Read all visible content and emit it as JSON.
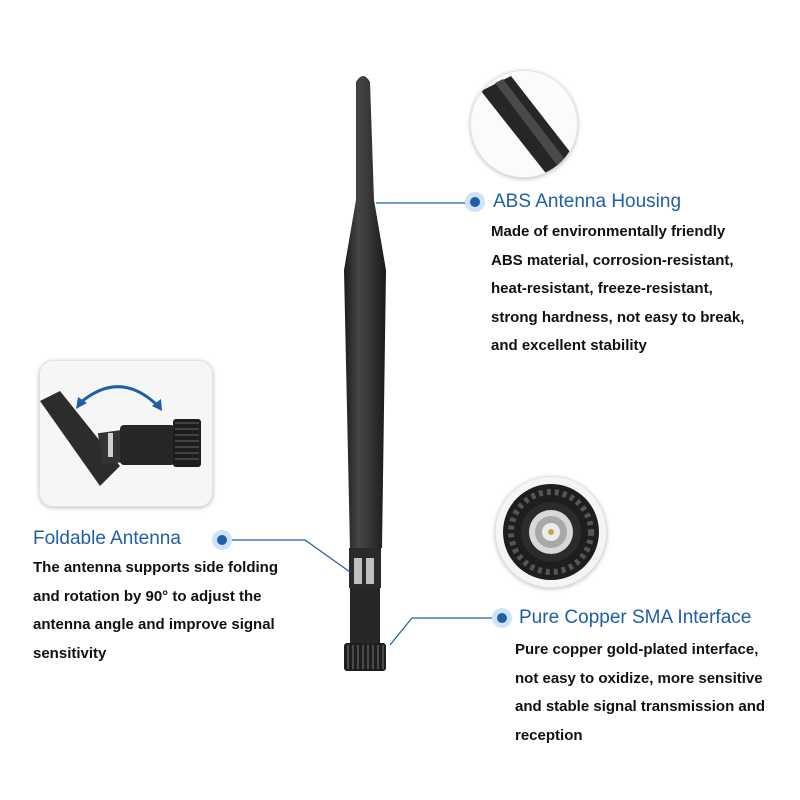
{
  "features": {
    "housing": {
      "title": "ABS Antenna Housing",
      "lines": [
        "Made of environmentally friendly",
        "ABS material, corrosion-resistant,",
        "heat-resistant, freeze-resistant,",
        "strong hardness, not easy to break,",
        "and excellent stability"
      ]
    },
    "foldable": {
      "title": "Foldable Antenna",
      "lines": [
        "The antenna supports side folding",
        "and rotation by 90° to adjust the",
        "antenna angle and improve signal",
        "sensitivity"
      ]
    },
    "sma": {
      "title": "Pure Copper SMA Interface",
      "lines": [
        "Pure copper gold-plated interface,",
        "not easy to oxidize, more sensitive",
        "and stable signal transmission and",
        "reception"
      ]
    }
  },
  "colors": {
    "accent": "#1f5fa8",
    "antenna_body": "#2e2e2e"
  }
}
